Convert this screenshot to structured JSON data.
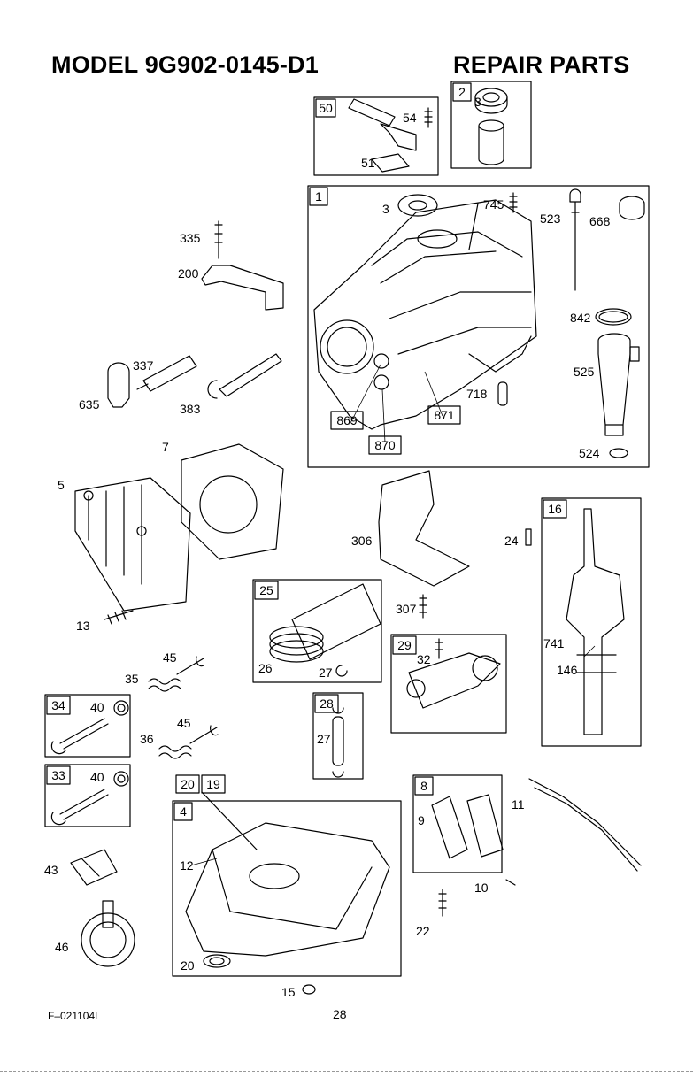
{
  "header": {
    "model_title": "MODEL 9G902-0145-D1",
    "section_title": "REPAIR PARTS"
  },
  "kit_labels": [
    "50",
    "2",
    "1",
    "869",
    "871",
    "870",
    "16",
    "25",
    "29",
    "28",
    "34",
    "33",
    "20",
    "19",
    "4",
    "8"
  ],
  "part_labels": [
    "54",
    "51",
    "3",
    "3",
    "745",
    "523",
    "668",
    "335",
    "200",
    "842",
    "337",
    "525",
    "635",
    "383",
    "718",
    "524",
    "7",
    "5",
    "306",
    "24",
    "307",
    "741",
    "146",
    "32",
    "13",
    "45",
    "35",
    "26",
    "27",
    "40",
    "27",
    "45",
    "36",
    "40",
    "11",
    "9",
    "12",
    "43",
    "10",
    "22",
    "46",
    "20",
    "15"
  ],
  "footer": {
    "code": "F–021104L",
    "page_number": "28"
  }
}
